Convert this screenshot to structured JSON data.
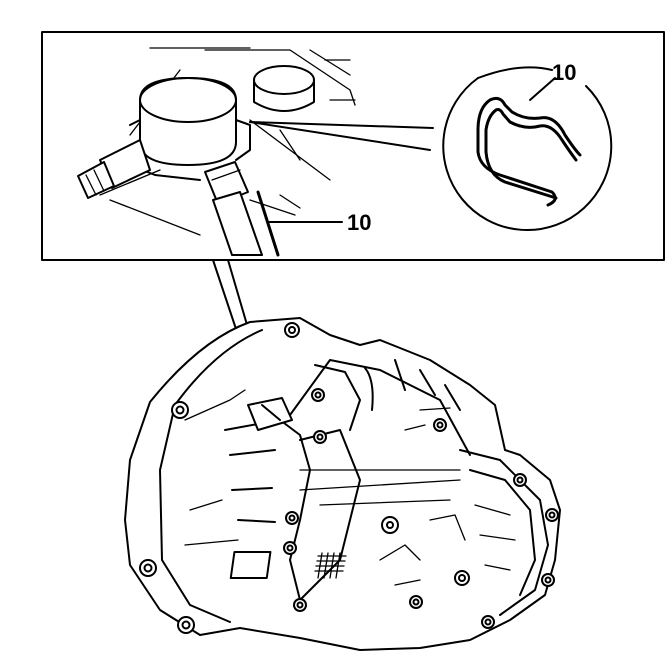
{
  "colors": {
    "ink": "#000000",
    "paper": "#ffffff"
  },
  "callouts": [
    {
      "id": "clip-detail",
      "label": "10"
    },
    {
      "id": "clip-installed",
      "label": "10"
    }
  ]
}
